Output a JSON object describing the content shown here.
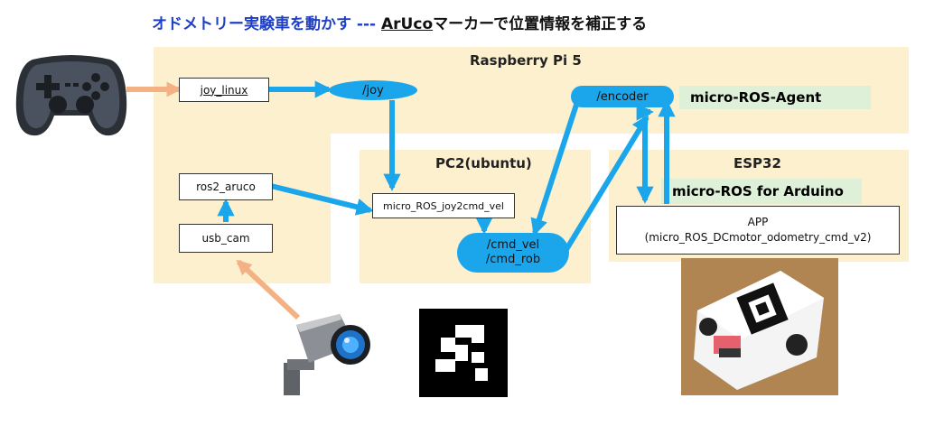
{
  "title": {
    "prefix": "オドメトリー実験車を動かす --- ",
    "aruco": "ArUco",
    "suffix": "マーカーで位置情報を補正する",
    "color": "#1f3fc4"
  },
  "regions": {
    "raspberry": "Raspberry Pi 5",
    "pc2": "PC2(ubuntu)",
    "esp32": "ESP32"
  },
  "nodes": {
    "joy_linux": "joy_linux",
    "ros2_aruco": "ros2_aruco",
    "usb_cam": "usb_cam",
    "joy2cmd": "micro_ROS_joy2cmd_vel",
    "app_line1": "APP",
    "app_line2": "(micro_ROS_DCmotor_odometry_cmd_v2)"
  },
  "topics": {
    "joy": "/joy",
    "encoder": "/encoder",
    "cmd_vel": "/cmd_vel",
    "cmd_rob": "/cmd_rob"
  },
  "agents": {
    "agent": "micro-ROS-Agent",
    "arduino": "micro-ROS for Arduino"
  },
  "colors": {
    "region": "#fdf0cf",
    "wire": "#1ba6ec",
    "device_arrow": "#f4b183",
    "agent_bg": "#dff0d8"
  },
  "icons": {
    "gamepad": "gamepad-icon",
    "camera": "security-camera-icon",
    "marker": "aruco-marker",
    "robot": "robot-car-photo"
  }
}
